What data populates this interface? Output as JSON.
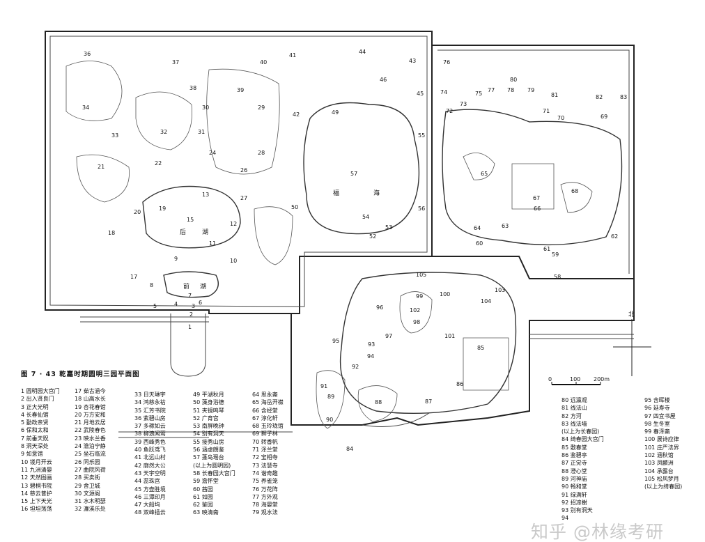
{
  "title": "图 7 · 43  乾嘉时期圆明三园平面图",
  "north_label": "北",
  "scale": {
    "labels": [
      "0",
      "100",
      "200m"
    ]
  },
  "map_text": {
    "fu": "福",
    "hai": "海",
    "hou": "后",
    "hu1": "湖",
    "qian": "前",
    "hu2": "湖"
  },
  "map_numbers": [
    "36",
    "37",
    "38",
    "39",
    "40",
    "41",
    "43",
    "44",
    "45",
    "46",
    "49",
    "34",
    "30",
    "29",
    "32",
    "33",
    "31",
    "42",
    "24",
    "28",
    "26",
    "22",
    "21",
    "19",
    "20",
    "18",
    "15",
    "12",
    "13",
    "50",
    "52",
    "53",
    "54",
    "55",
    "56",
    "57",
    "11",
    "10",
    "9",
    "8",
    "7",
    "6",
    "5",
    "4",
    "3",
    "2",
    "1",
    "27",
    "17",
    "76",
    "77",
    "78",
    "79",
    "80",
    "81",
    "82",
    "83",
    "75",
    "74",
    "73",
    "72",
    "71",
    "70",
    "69",
    "65",
    "67",
    "66",
    "68",
    "64",
    "63",
    "62",
    "61",
    "60",
    "59",
    "58",
    "105",
    "103",
    "104",
    "100",
    "99",
    "102",
    "98",
    "97",
    "101",
    "96",
    "95",
    "94",
    "93",
    "92",
    "91",
    "90",
    "89",
    "88",
    "87",
    "86",
    "85",
    "84"
  ],
  "legend_columns": [
    [
      "1 圆明园大宫门",
      "2 出入贤良门",
      "3 正大光明",
      "4 长春仙馆",
      "5 勤政亲贤",
      "6 保和太和",
      "7 前垂天贶",
      "8 洞天深处",
      "9 如意馆",
      "10 镂月开云",
      "11 九洲清晏",
      "12 天然图画",
      "13 碧桐书院",
      "14 慈云普护",
      "15 上下天光",
      "16 坦坦荡荡"
    ],
    [
      "17 茹古涵今",
      "18 山高水长",
      "19 杏花春馆",
      "20 万方安和",
      "21 月地云居",
      "22 武陵春色",
      "23 映水兰香",
      "24 澹泊宁静",
      "25 坐石临流",
      "26 同乐园",
      "27 曲院风荷",
      "28 买卖街",
      "29 舍卫城",
      "30 文源阁",
      "31 水木明瑟",
      "32 濂溪乐处"
    ],
    [
      "33 日天琳宇",
      "34 鸿慈永祜",
      "35 汇芳书院",
      "36 紫碧山房",
      "37 多稼如云",
      "38 柳浪闻莺",
      "39 西峰秀色",
      "40 鱼跃鸢飞",
      "41 北远山村",
      "42 廓然大公",
      "43 天宇空明",
      "44 蕊珠宫",
      "45 方壶胜境",
      "46 三潭印月",
      "47 大船坞",
      "48 双峰插云"
    ],
    [
      "49 平湖秋月",
      "50 藻身浴德",
      "51 夹镜鸣琴",
      "52 广育宫",
      "53 南屏晚钟",
      "54 别有洞天",
      "55 接秀山房",
      "56 涵虚朗鉴",
      "57 蓬岛瑶台",
      "    (以上为圆明园)",
      "58 长春园大宫门",
      "59 澹怀堂",
      "60 茜园",
      "61 如园",
      "62 鉴园",
      "63 映清斋"
    ],
    [
      "64 思永斋",
      "65 海岳开襟",
      "66 含经堂",
      "67 淳化轩",
      "68 玉玲珑馆",
      "69 狮子林",
      "70 转香帆",
      "71 泽兰堂",
      "72 宝相寺",
      "73 法慧寺",
      "74 谐奇趣",
      "75 养雀笼",
      "76 万花阵",
      "77 方外观",
      "78 海晏堂",
      "79 观水法"
    ],
    [
      "80 远瀛观",
      "81 线法山",
      "82 方河",
      "83 线法墙",
      "    (以上为长春园)",
      "84 绮春园大宫门",
      "85 敷春堂",
      "86 鉴碧亭",
      "87 正觉寺",
      "88 澄心堂",
      "89 河神庙",
      "90 畅和堂",
      "91 绿满轩",
      "92 招凉榭",
      "93 别有洞天",
      "94"
    ],
    [
      "95 含晖楼",
      "96 延寿寺",
      "97 四宜书屋",
      "98 生冬室",
      "99 春泽斋",
      "100 展诗应律",
      "101 庄严法界",
      "102 涵秋馆",
      "103 凤麟洲",
      "104 承露台",
      "105 松风梦月",
      "    (以上为绮春园)"
    ]
  ],
  "watermark": "知乎 @林缘考研"
}
